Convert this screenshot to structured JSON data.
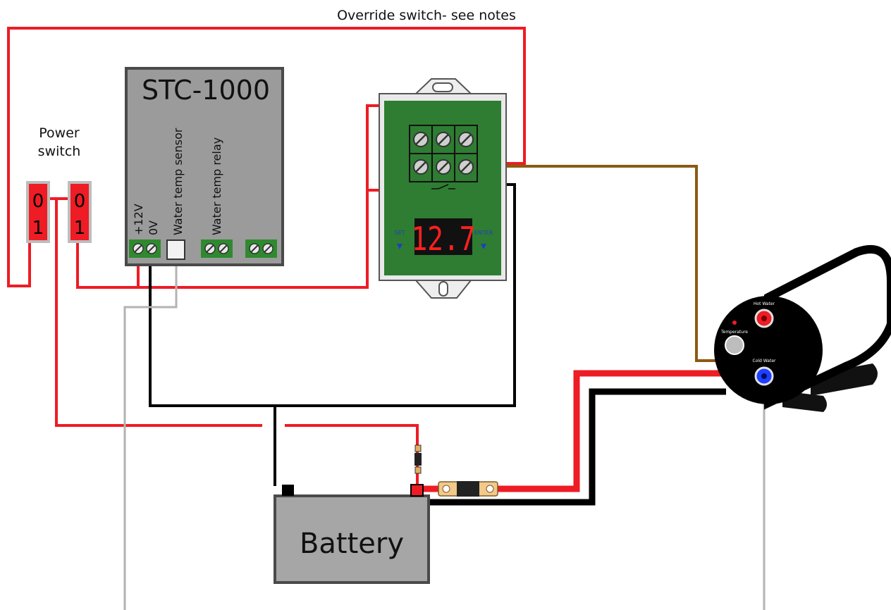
{
  "labels": {
    "override_note": "Override switch- see notes",
    "power_switch_line1": "Power",
    "power_switch_line2": "switch",
    "controller_title": "STC-1000",
    "controller_plus12v": "+12V",
    "controller_0v": "0V",
    "controller_sensor": "Water temp sensor",
    "controller_relay": "Water temp relay",
    "thermo_set": "SET",
    "thermo_enter": "ENTER",
    "thermo_display": "12.7",
    "battery": "Battery",
    "heater_hot": "Hot Water",
    "heater_temperature": "Temperature",
    "heater_cold": "Cold Water"
  },
  "switches": [
    {
      "off": "0",
      "on": "1"
    },
    {
      "off": "0",
      "on": "1"
    }
  ],
  "colors": {
    "positive_wire": "#ee1c24",
    "negative_wire": "#000000",
    "sensor_wire": "#b3b3b3",
    "heater_feed_wire": "#8b5a12",
    "switch_body": "#ee1c24",
    "controller_body": "#9b9b9b",
    "terminal_green": "#2f8a2f",
    "thermostat_board": "#2e7d32",
    "display_digits": "#ff2020",
    "battery_body": "#a6a6a6"
  }
}
